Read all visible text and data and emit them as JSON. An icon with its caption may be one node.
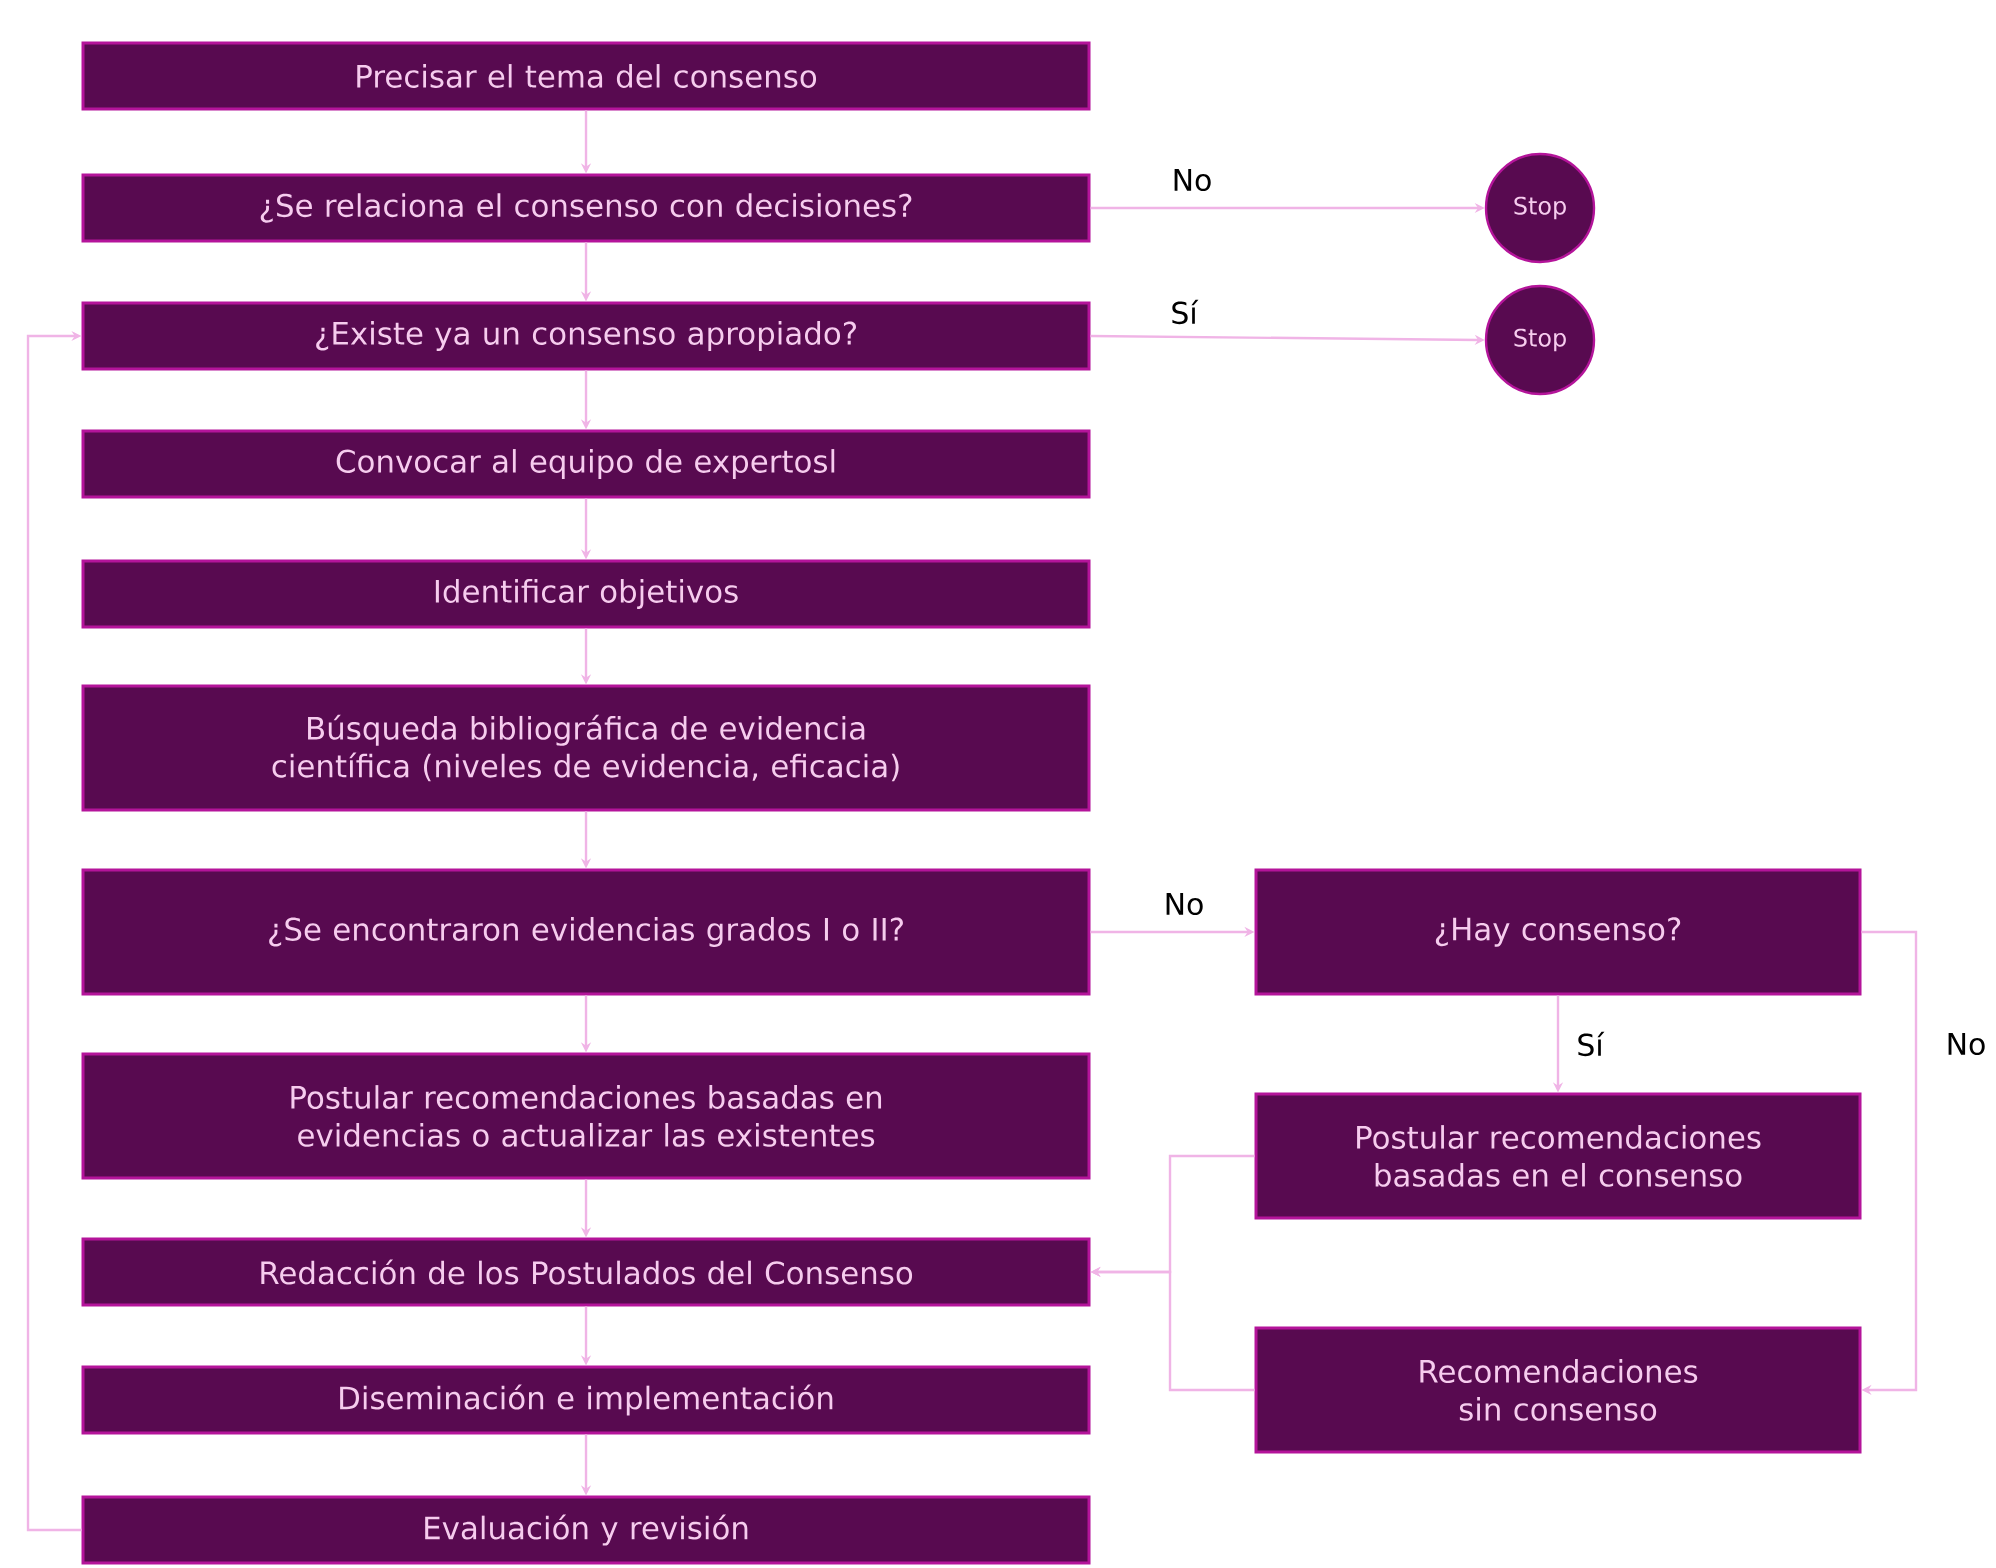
{
  "diagram": {
    "nodes": [
      {
        "text": [
          "Precisar el tema del consenso"
        ]
      },
      {
        "text": [
          "¿Se relaciona el consenso con decisiones?"
        ]
      },
      {
        "text": [
          "¿Existe ya un consenso apropiado?"
        ]
      },
      {
        "text": [
          "Convocar al equipo de expertosl"
        ]
      },
      {
        "text": [
          "Identificar objetivos"
        ]
      },
      {
        "text": [
          "Búsqueda bibliográfica de evidencia científica (niveles de evidencia, eficacia)"
        ]
      },
      {
        "text": [
          "¿Se encontraron evidencias grados I o II?"
        ]
      },
      {
        "text": [
          "Postular recomendaciones basadas en evidencias o actualizar las existentes"
        ]
      },
      {
        "text": [
          "Redacción de los Postulados del Consenso"
        ]
      },
      {
        "text": [
          "Diseminación e implementación"
        ]
      },
      {
        "text": [
          "Evaluación y revisión"
        ]
      },
      {
        "text": [
          "Stop"
        ]
      },
      {
        "text": [
          "Stop"
        ]
      },
      {
        "text": [
          "¿Hay consenso?"
        ]
      },
      {
        "text": [
          "Postular recomendaciones basadas en el consenso"
        ]
      },
      {
        "text": [
          "Recomendaciones sin consenso"
        ]
      }
    ],
    "edges": [
      {
        "from": 0,
        "to": 1,
        "arrow": "to"
      },
      {
        "from": 1,
        "to": 2,
        "arrow": "to"
      },
      {
        "from": 2,
        "to": 3,
        "arrow": "to"
      },
      {
        "from": 3,
        "to": 4,
        "arrow": "to"
      },
      {
        "from": 4,
        "to": 5,
        "arrow": "to"
      },
      {
        "from": 5,
        "to": 6,
        "arrow": "to"
      },
      {
        "from": 6,
        "to": 7,
        "arrow": "to"
      },
      {
        "from": 7,
        "to": 8,
        "arrow": "to"
      },
      {
        "from": 8,
        "to": 9,
        "arrow": "to"
      },
      {
        "from": 9,
        "to": 10,
        "arrow": "to"
      },
      {
        "from": 1,
        "to": 11,
        "arrow": "to",
        "label": "No"
      },
      {
        "from": 2,
        "to": 12,
        "arrow": "to",
        "label": "Sí"
      },
      {
        "from": 6,
        "to": 13,
        "arrow": "to",
        "label": "No"
      },
      {
        "from": 13,
        "to": 14,
        "arrow": "to",
        "label": "Sí"
      },
      {
        "from": 13,
        "to": 15,
        "arrow": "to",
        "label": "No"
      },
      {
        "from": 14,
        "to": 8,
        "arrow": "to"
      },
      {
        "from": 15,
        "to": 8,
        "arrow": "to"
      },
      {
        "from": 10,
        "to": 2,
        "arrow": "to"
      }
    ]
  }
}
